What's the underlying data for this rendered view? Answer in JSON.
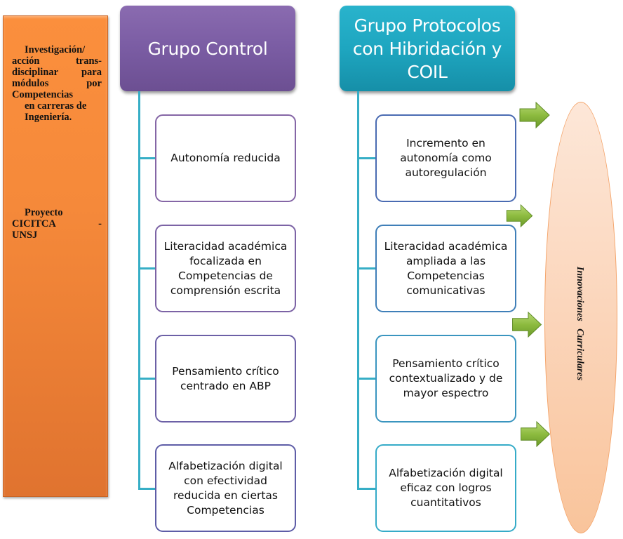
{
  "side_panel": {
    "lines": [
      "Investigación/",
      "acción trans-",
      "disciplinar para",
      "módulos por",
      "Competencias",
      "en carreras de",
      "Ingeniería."
    ],
    "project_lines": [
      "Proyecto",
      "CICITCA -",
      "UNSJ"
    ]
  },
  "control_group": {
    "title": "Grupo Control",
    "items": [
      "Autonomía reducida",
      "Literacidad académica focalizada en Competencias de comprensión escrita",
      "Pensamiento crítico centrado en ABP",
      "Alfabetización digital con efectividad reducida en ciertas Competencias"
    ]
  },
  "protocol_group": {
    "title": "Grupo Protocolos con Hibridación y COIL",
    "items": [
      "Incremento en autonomía como autoregulación",
      "Literacidad académica ampliada a las Competencias comunicativas",
      "Pensamiento crítico contextualizado y de mayor espectro",
      "Alfabetización digital eficaz con logros cuantitativos"
    ]
  },
  "outcome": {
    "label": "Innovaciones   Curriculares"
  },
  "icons": {
    "arrow": "right-arrow-icon"
  },
  "colors": {
    "side_panel": "#f5893a",
    "control_header": "#7a5ca3",
    "protocol_header": "#1ea6c0",
    "connector": "#36aec6",
    "arrow": "#8dbb3f",
    "ellipse": "#fbd5ba"
  }
}
